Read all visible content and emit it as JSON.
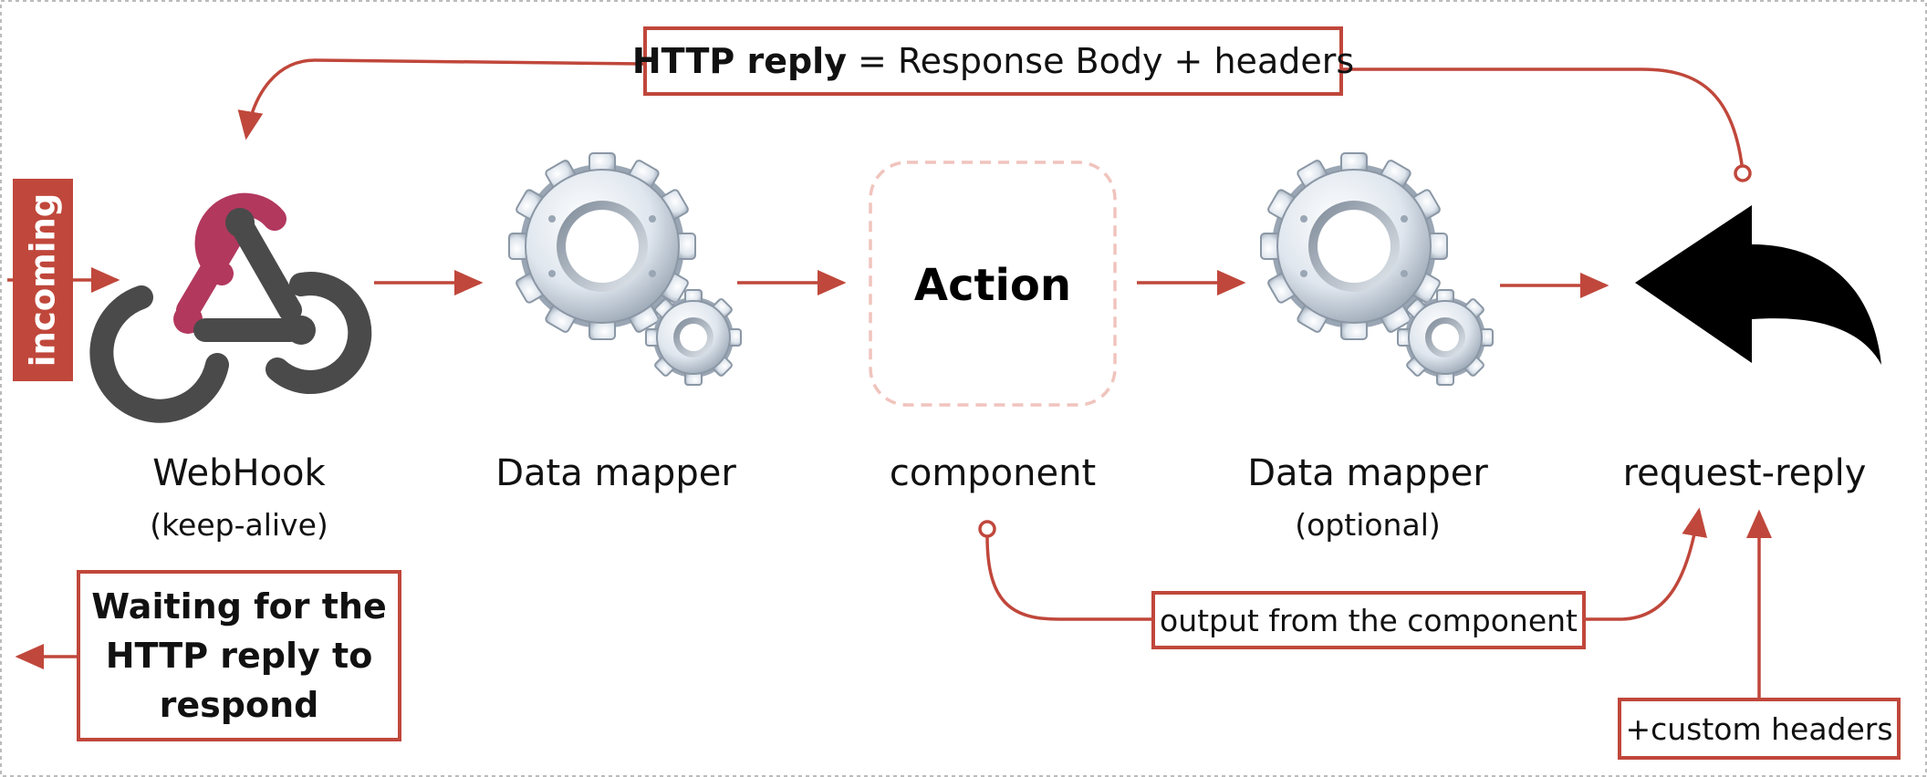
{
  "top_box": {
    "bold": "HTTP reply",
    "rest": " = Response Body + headers"
  },
  "incoming_label": "incoming",
  "action_label": "Action",
  "nodes": [
    {
      "title": "WebHook",
      "subtitle": "(keep-alive)"
    },
    {
      "title": "Data mapper",
      "subtitle": ""
    },
    {
      "title": "component",
      "subtitle": ""
    },
    {
      "title": "Data mapper",
      "subtitle": "(optional)"
    },
    {
      "title": "request-reply",
      "subtitle": ""
    }
  ],
  "waiting_box": {
    "line1": "Waiting for the",
    "line2": "HTTP reply to",
    "line3": "respond"
  },
  "output_box": "output from the component",
  "custom_box": "+custom headers",
  "colors": {
    "accent": "#c0473b",
    "webhook_pink": "#b2385e",
    "webhook_gray": "#4a4a4a",
    "dash": "#f0c4bd"
  }
}
